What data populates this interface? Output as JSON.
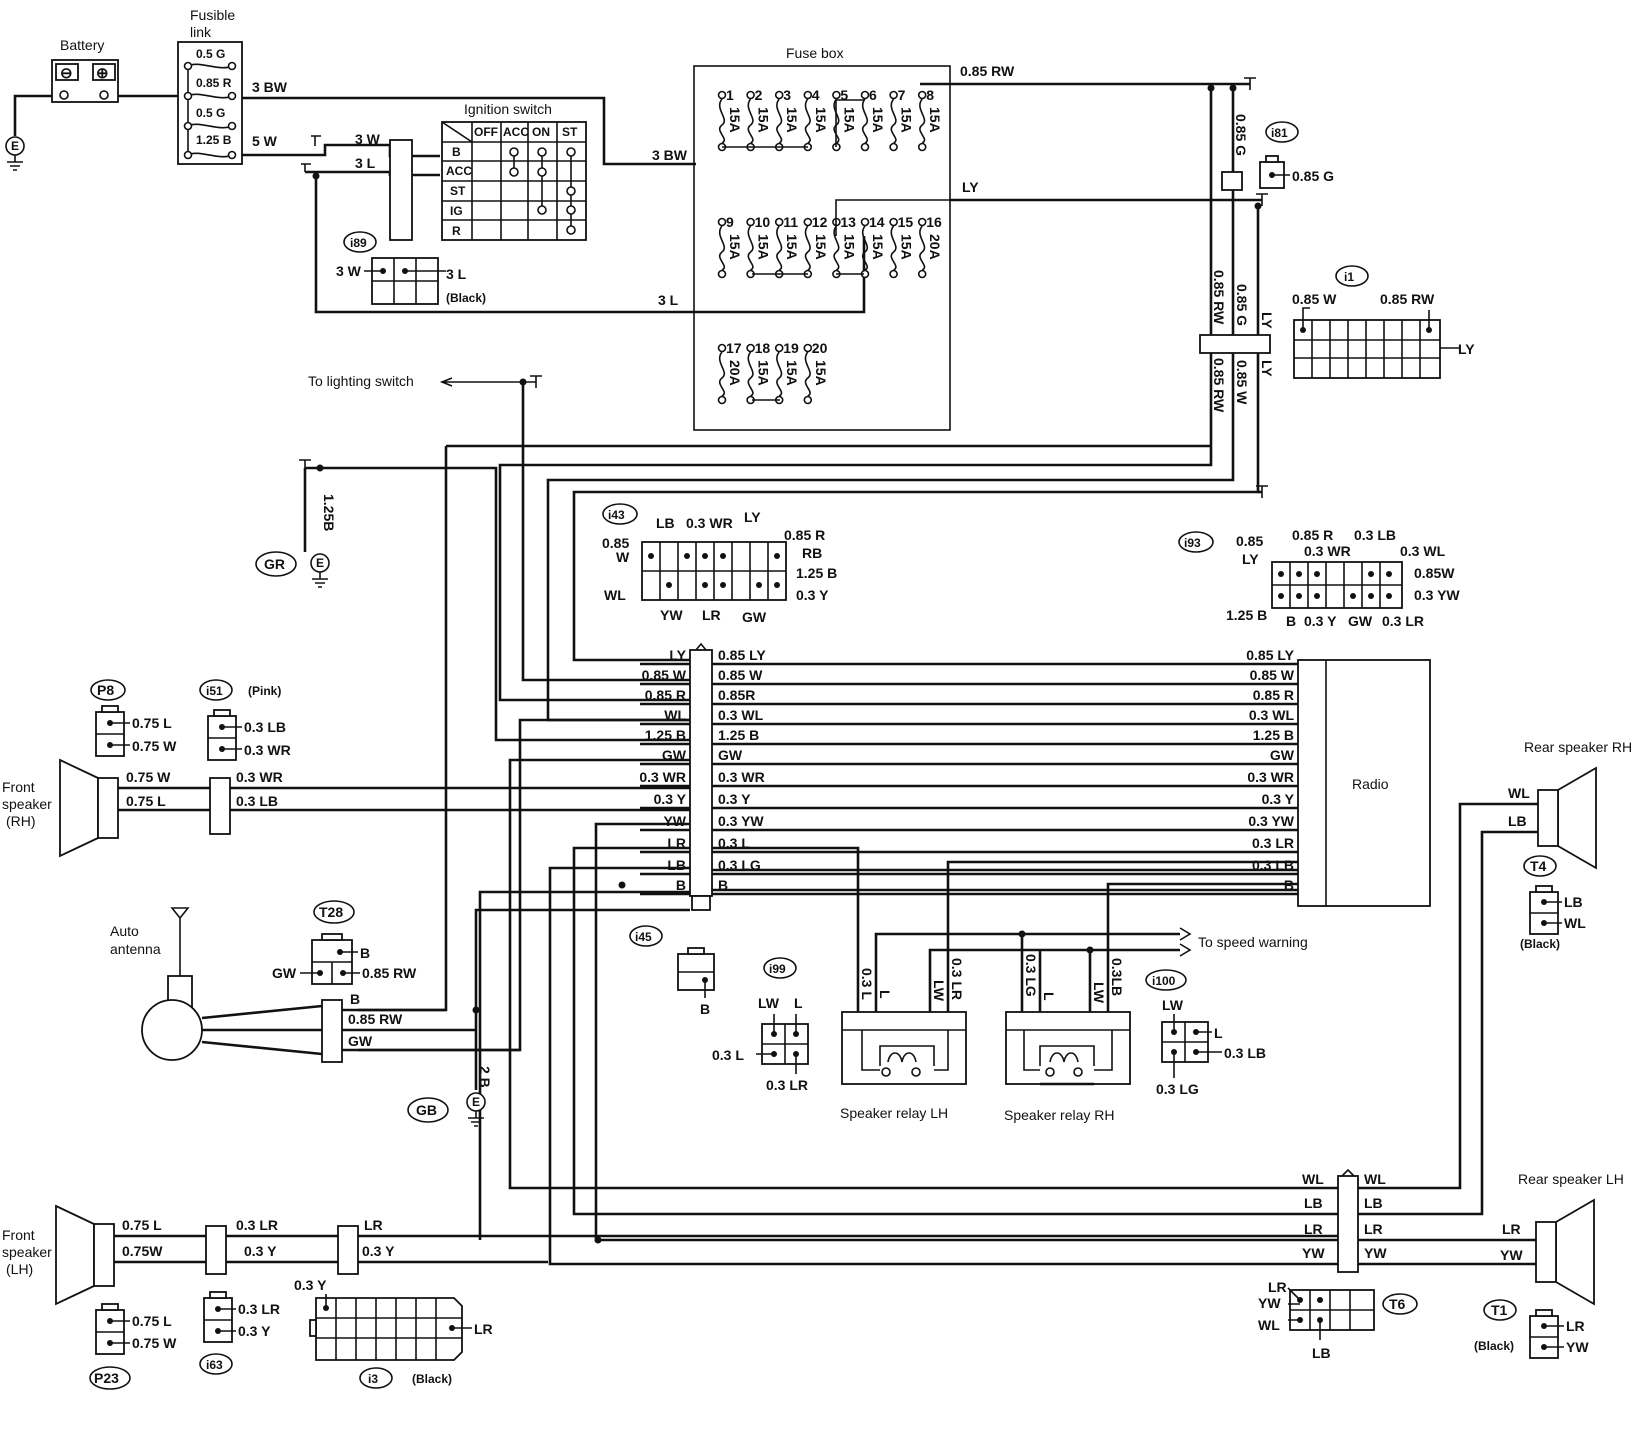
{
  "colors": {
    "ink": "#111111",
    "paper": "#ffffff"
  },
  "icons": {
    "ground": "ground-icon",
    "speaker": "speaker-icon",
    "antenna": "antenna-icon",
    "connector": "connector-icon"
  },
  "components": {
    "battery": "Battery",
    "fusible_link_1": "Fusible",
    "fusible_link_2": "link",
    "ignition_switch": "Ignition switch",
    "fuse_box": "Fuse box",
    "radio": "Radio",
    "front_speaker_rh": [
      "Front",
      "speaker",
      "(RH)"
    ],
    "front_speaker_lh": [
      "Front",
      "speaker",
      "(LH)"
    ],
    "rear_speaker_rh": "Rear speaker RH",
    "rear_speaker_lh": "Rear speaker LH",
    "auto_antenna": [
      "Auto",
      "antenna"
    ],
    "speaker_relay_lh": "Speaker relay  LH",
    "speaker_relay_rh": "Speaker relay RH",
    "to_lighting_switch": "To lighting switch",
    "to_speed_warning": "To speed warning"
  },
  "ignition_table": {
    "columns": [
      "OFF",
      "ACC",
      "ON",
      "ST"
    ],
    "rows": [
      "B",
      "ACC",
      "ST",
      "IG",
      "R"
    ]
  },
  "fusible_link_ratings": [
    "0.5  G",
    "0.85 R",
    "0.5  G",
    "1.25 B"
  ],
  "fuses": {
    "row1": [
      "1",
      "2",
      "3",
      "4",
      "5",
      "6",
      "7",
      "8"
    ],
    "row1_amps": [
      "15A",
      "15A",
      "15A",
      "15A",
      "15A",
      "15A",
      "15A",
      "15A"
    ],
    "row2": [
      "9",
      "10",
      "11",
      "12",
      "13",
      "14",
      "15",
      "16"
    ],
    "row2_amps": [
      "15A",
      "15A",
      "15A",
      "15A",
      "15A",
      "15A",
      "15A",
      "20A"
    ],
    "row3": [
      "17",
      "18",
      "19",
      "20"
    ],
    "row3_amps": [
      "20A",
      "15A",
      "15A",
      "15A"
    ]
  },
  "grounds": {
    "e": "E",
    "gr": "GR",
    "gb": "GB"
  },
  "connectors": {
    "i81": "i81",
    "i89": "i89",
    "i1": "i1",
    "i43": "i43",
    "i93": "i93",
    "i45": "i45",
    "i99": "i99",
    "i100": "i100",
    "i51": "i51",
    "i63": "i63",
    "i3": "i3",
    "P8": "P8",
    "P23": "P23",
    "T28": "T28",
    "T4": "T4",
    "T6": "T6",
    "T1": "T1"
  },
  "connector_notes": {
    "black": "(Black)",
    "pink": "(Pink)"
  },
  "wires": {
    "w3bw": "3 BW",
    "w5w": "5 W",
    "w3w": "3 W",
    "w3l": "3 L",
    "w085rw": "0.85 RW",
    "w085g": "0.85 G",
    "wly": "LY",
    "w085w": "0.85 W",
    "w125b": "1.25 B",
    "w2b": "2 B",
    "w125b_v": "1.25B"
  },
  "radio_harness": {
    "left": [
      "LY",
      "0.85 W",
      "0.85 R",
      "WL",
      "1.25 B",
      "GW",
      "0.3 WR",
      "0.3 Y",
      "YW",
      "LR",
      "LB",
      "B"
    ],
    "mid": [
      "0.85 LY",
      "0.85 W",
      "0.85R",
      "0.3 WL",
      "1.25 B",
      "GW",
      "0.3 WR",
      "0.3 Y",
      "0.3 YW",
      "0.3 L",
      "0.3 LG",
      "B"
    ],
    "right": [
      "0.85 LY",
      "0.85 W",
      "0.85 R",
      "0.3 WL",
      "1.25 B",
      "GW",
      "0.3 WR",
      "0.3 Y",
      "0.3 YW",
      "0.3 LR",
      "0.3 LB",
      "B"
    ]
  },
  "i43_pins": [
    "LB",
    "0.3 WR",
    "LY",
    "0.85 R",
    "RB",
    "1.25 B",
    "0.3 Y",
    "GW",
    "LR",
    "YW",
    "WL",
    "0.85",
    "W"
  ],
  "i93_pins": [
    "0.85",
    "LY",
    "0.85 R",
    "0.3 WR",
    "0.3 LB",
    "0.3 WL",
    "0.85W",
    "0.3 YW",
    "0.3 LR",
    "GW",
    "0.3 Y",
    "B",
    "1.25 B"
  ],
  "i1_pins": [
    "0.85 W",
    "0.85 RW",
    "LY"
  ],
  "small_pins": {
    "i89": [
      "3 W",
      "3 L"
    ],
    "i81": [
      "0.85 G"
    ],
    "p8": [
      "0.75 L",
      "0.75 W"
    ],
    "i51": [
      "0.3 LB",
      "0.3 WR"
    ],
    "t28": [
      "B",
      "GW",
      "0.85 RW"
    ],
    "i45": [
      "B"
    ],
    "i99": [
      "LW",
      "L",
      "0.3 L",
      "0.3 LR"
    ],
    "i100": [
      "LW",
      "L",
      "0.3 LB",
      "0.3 LG"
    ],
    "t4": [
      "LB",
      "WL"
    ],
    "p23": [
      "0.75 L",
      "0.75 W"
    ],
    "i63": [
      "0.3 LR",
      "0.3 Y"
    ],
    "i3": [
      "0.3 Y",
      "LR"
    ],
    "t6": [
      "LR",
      "YW",
      "WL",
      "LB"
    ],
    "t1": [
      "LR",
      "YW"
    ]
  },
  "speaker_wires": {
    "frh": [
      "0.75 W",
      "0.75 L",
      "0.3 WR",
      "0.3 LB"
    ],
    "flh": [
      "0.75 L",
      "0.75W",
      "0.3 LR",
      "0.3 Y",
      "LR",
      "0.3 Y"
    ],
    "rrh": [
      "WL",
      "LB"
    ],
    "rlh": [
      "LR",
      "YW"
    ],
    "rear_harness": [
      "WL",
      "LB",
      "LR",
      "YW"
    ]
  },
  "antenna_wires": [
    "B",
    "0.85 RW",
    "GW"
  ],
  "relay_wires": {
    "lh": [
      "0.3 L",
      "L",
      "LW",
      "0.3 LR"
    ],
    "rh": [
      "0.3 LG",
      "L",
      "LW",
      "0.3LB"
    ]
  }
}
